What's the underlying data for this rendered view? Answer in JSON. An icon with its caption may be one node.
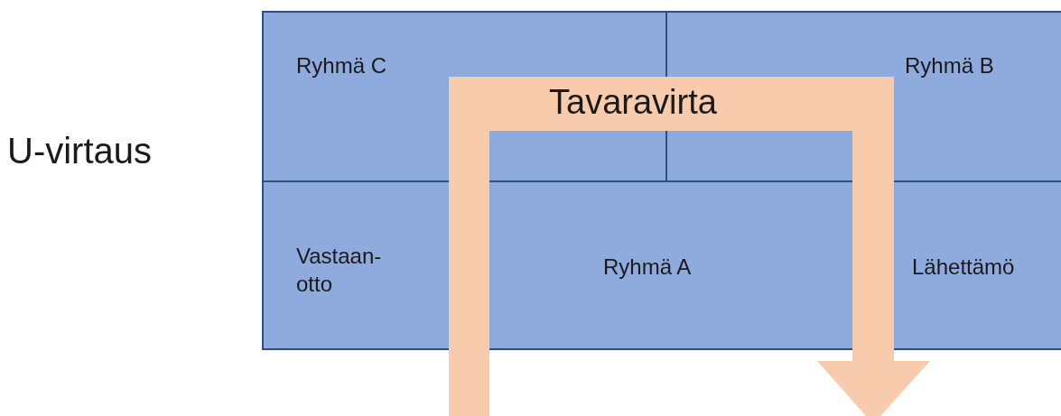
{
  "diagram": {
    "title": "U-virtaus",
    "nodes": [
      {
        "text": [
          "Ryhmä C"
        ]
      },
      {
        "text": [
          "Ryhmä B"
        ]
      },
      {
        "text": [
          "Vastaan- otto",
          "Ryhmä A",
          "Lähettämö"
        ]
      }
    ],
    "labels": [
      "Tavaravirta"
    ]
  }
}
